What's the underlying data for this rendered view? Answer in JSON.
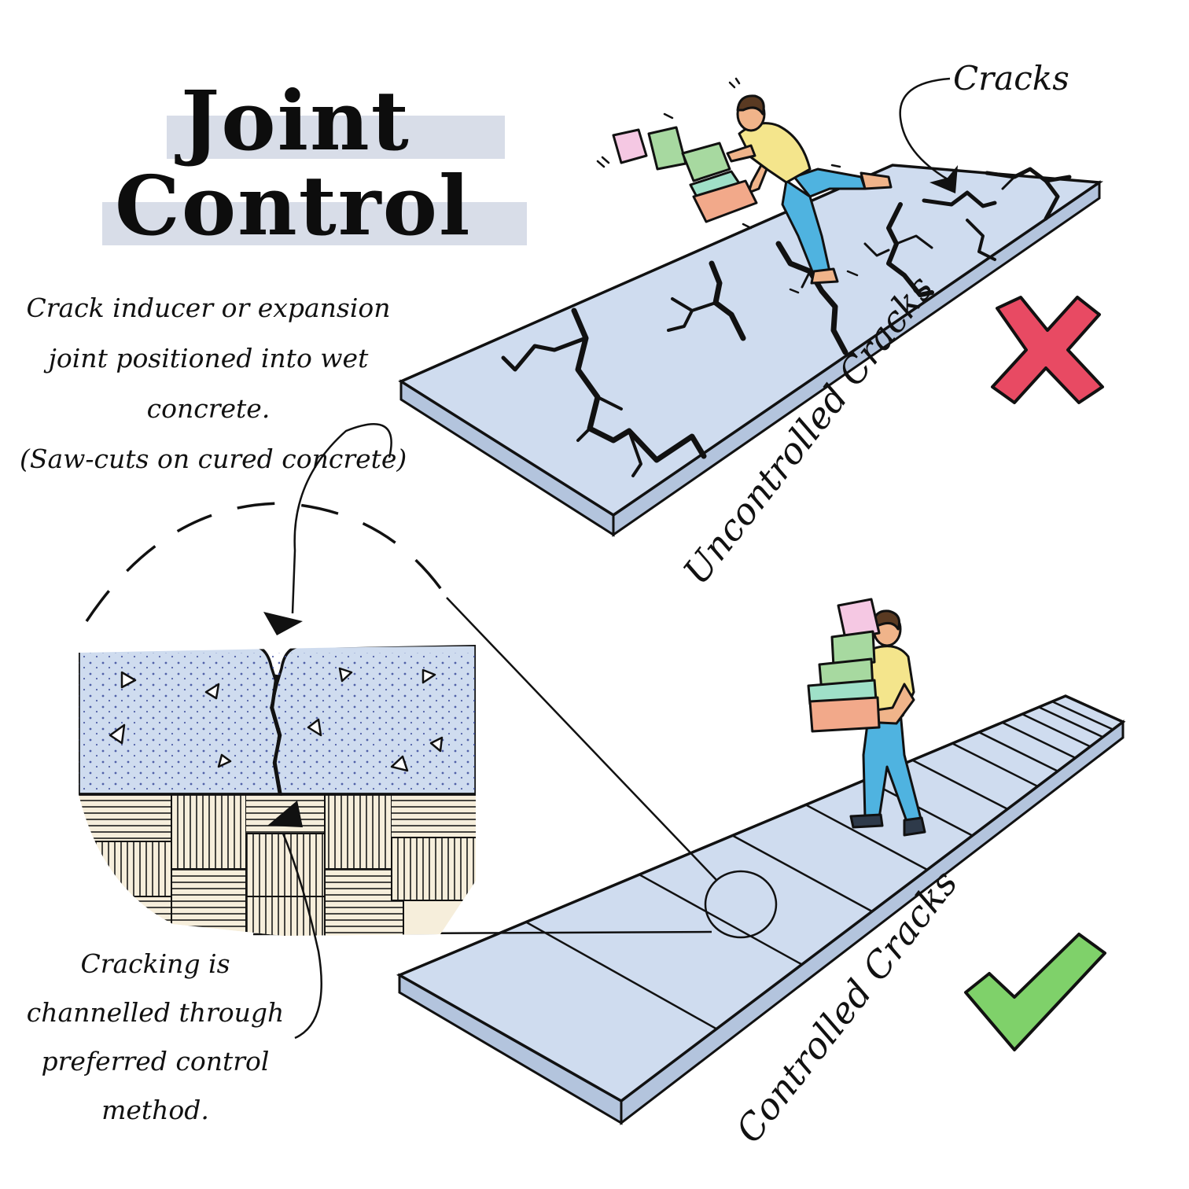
{
  "title": {
    "line1": "Joint",
    "line2": "Control"
  },
  "labels": {
    "cracks": "Cracks",
    "inducer_note": [
      "Crack inducer or expansion",
      "joint positioned into wet",
      "concrete.",
      "(Saw-cuts on cured concrete)"
    ],
    "channel_note": [
      "Cracking is",
      "channelled through",
      "preferred control",
      "method."
    ],
    "uncontrolled": "Uncontrolled Cracks",
    "controlled": "Controlled Cracks"
  },
  "marks": {
    "wrong": "cross-mark",
    "right": "check-mark"
  },
  "colors": {
    "slab": "#cfdcef",
    "slab_edge": "#b3c4dd",
    "ink": "#111111",
    "title_band": "#d8dde8",
    "cross": "#e84a63",
    "check": "#7fd16a",
    "shirt": "#f4e58c",
    "jeans": "#4fb3e0",
    "skin": "#f0b48a",
    "hair": "#5a3a22",
    "box_pink": "#f5c8e3",
    "box_green": "#a7d9a0",
    "box_mint": "#9fe0c8",
    "box_orange": "#f2a98a"
  }
}
